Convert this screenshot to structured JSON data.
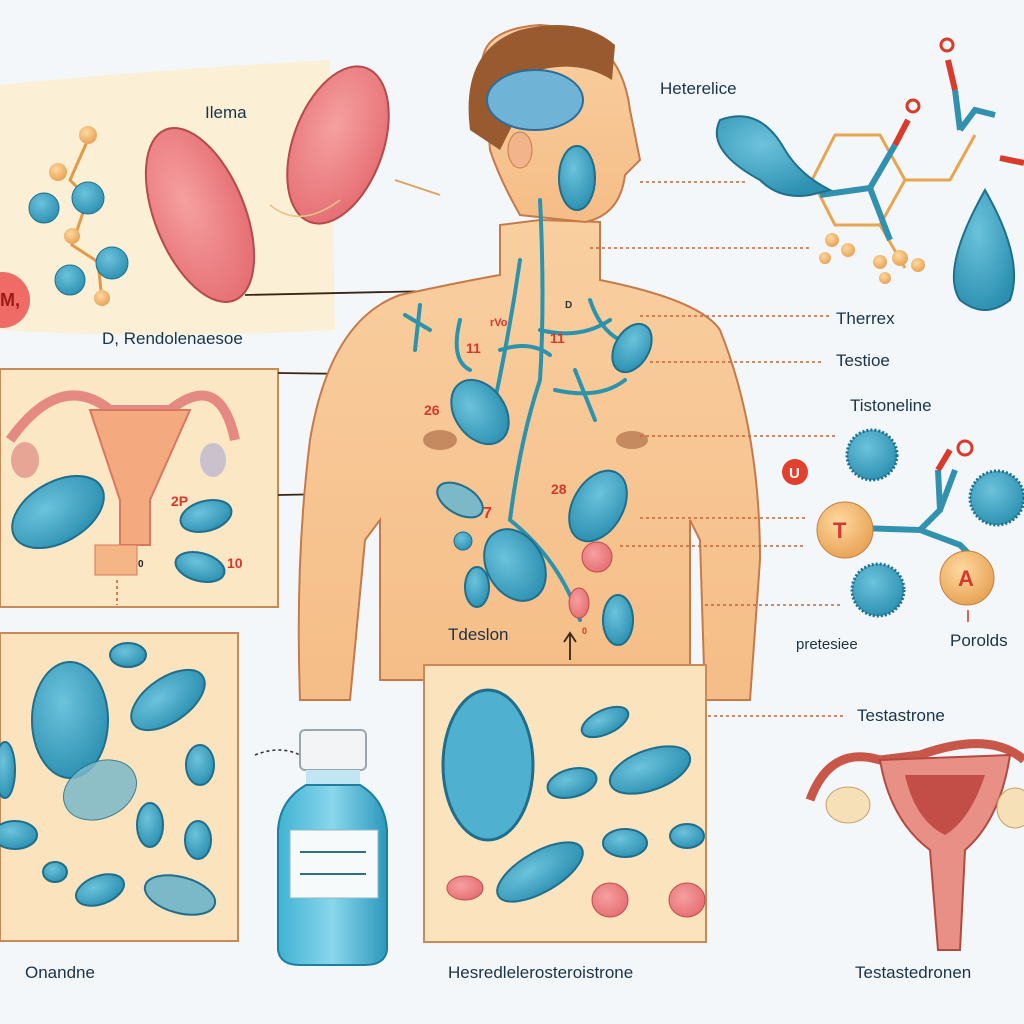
{
  "labels": {
    "ilema": "Ilema",
    "heterelice": "Heterelice",
    "rendolenaesoe": "D, Rendolenaesoe",
    "therrex": "Therrex",
    "testioe": "Testioe",
    "tistoneline": "Tistoneline",
    "pretesiee": "pretesiee",
    "porolds": "Porolds",
    "tdeslon": "Tdeslon",
    "testastrone": "Testastrone",
    "onandne": "Onandne",
    "hesredlelerosteroistrone": "Hesredlelerosteroistrone",
    "testastedronen": "Testastedronen"
  },
  "badges": {
    "m": "M,",
    "u": "U",
    "t": "T",
    "a": "A"
  },
  "numbers": {
    "n26": "26",
    "n11a": "11",
    "n11b": "11",
    "rvo": "rVo",
    "d": "D",
    "n7": "7",
    "n28": "28",
    "n2p": "2P",
    "n10": "10",
    "n0": "0",
    "o": "0"
  },
  "colors": {
    "skin": "#f7c593",
    "cell_blue": "#3aa3c4",
    "label": "#1b3347",
    "accent_red": "#d6372e",
    "panel": "#fbe7c3"
  }
}
